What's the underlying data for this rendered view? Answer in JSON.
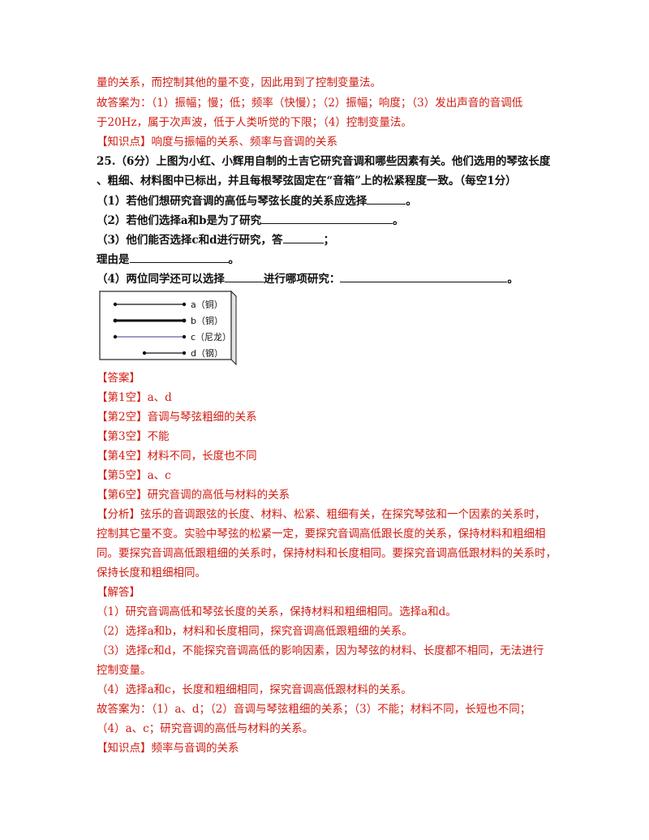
{
  "doc": {
    "intro_1": "量的关系，而控制其他的量不变，因此用到了控制变量法。",
    "intro_2": "故答案为：（1）振幅；慢；低；频率（快慢）；（2）振幅；响度；（3）发出声音的音调低",
    "intro_3": "于20Hz，属于次声波，低于人类听觉的下限；（4）控制变量法。",
    "kp1_tag": "【知识点】",
    "kp1_text": "响度与振幅的关系、频率与音调的关系",
    "q_1": "25.（6分）上图为小红、小辉用自制的土吉它研究音调和哪些因素有关。他们选用的琴弦长度",
    "q_2": "、粗细、材料图中已标出，并且每根琴弦固定在“音箱”上的松紧程度一致。（每空1分）",
    "q_3": "（1）若他们想研究音调的高低与琴弦长度的关系应选择",
    "q_3_end": "。",
    "q_4": "（2）若他们选择a和b是为了研究",
    "q_4_end": "。",
    "q_5": "（3）他们能否选择c和d进行研究，答",
    "q_5_end": "；",
    "q_6": "理由是",
    "q_6_end": "。",
    "q_7a": "（4）两位同学还可以选择",
    "q_7b": "进行哪项研究：",
    "q_7_end": "。",
    "figure": {
      "string_a": "a（铜）",
      "string_b": "b（铜）",
      "string_c": "c（尼龙）",
      "string_d": "d（钢）"
    },
    "ans_tag": "【答案】",
    "b1_tag": "【第1空】",
    "b1": "a、d",
    "b2_tag": "【第2空】",
    "b2": "音调与琴弦粗细的关系",
    "b3_tag": "【第3空】",
    "b3": "不能",
    "b4_tag": "【第4空】",
    "b4": "材料不同，长度也不同",
    "b5_tag": "【第5空】",
    "b5": "a、c",
    "b6_tag": "【第6空】",
    "b6": "研究音调的高低与材料的关系",
    "an_tag": "【分析】",
    "an_1": "弦乐的音调跟弦的长度、材料、松紧、粗细有关，在探究琴弦和一个因素的关系时，",
    "an_2": "控制其它量不变。实验中琴弦的松紧一定，要探究音调高低跟长度的关系，保持材料和粗细相",
    "an_3": "同。要探究音调高低跟粗细的关系时，保持材料和长度相同。要探究音调高低跟材料的关系时，",
    "an_4": "保持长度和粗细相同。",
    "sol_tag": "【解答】",
    "sol_1": "（1）研究音调高低和琴弦长度的关系，保持材料和粗细相同。选择a和d。",
    "sol_2": "（2）选择a和b，材料和长度相同，探究音调高低跟粗细的关系。",
    "sol_3": "（3）选择c和d，不能探究音调高低的影响因素，因为琴弦的材料、长度都不相同，无法进行",
    "sol_4": "控制变量。",
    "sol_5": "（4）选择a和c，长度和粗细相同，探究音调高低跟材料的关系。",
    "sol_6": "故答案为：（1）a、d；（2）音调与琴弦粗细的关系；（3）不能；材料不同，长短也不同；",
    "sol_7": "（4）a、c；研究音调的高低与材料的关系。",
    "kp2_tag": "【知识点】",
    "kp2_text": "频率与音调的关系"
  },
  "colors": {
    "answer_red": "#d01c12",
    "question_black": "#111111"
  }
}
